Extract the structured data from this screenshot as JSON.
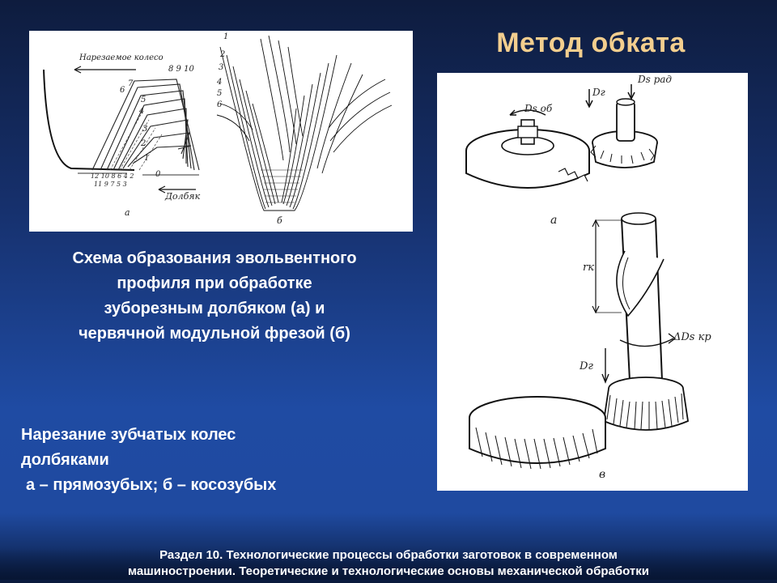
{
  "slide": {
    "title": "Метод обката",
    "caption_left": {
      "line1": "Схема образования эвольвентного",
      "line2": "профиля при обработке",
      "line3": "зуборезным долбяком (а) и",
      "line4": "червячной модульной фрезой (б)"
    },
    "caption_bottom": {
      "line1": "Нарезание зубчатых колес",
      "line2": "долбяками",
      "line3": "а – прямозубых; б – косозубых"
    },
    "footer": {
      "line1": "Раздел 10. Технологические процессы обработки заготовок в современном",
      "line2": "машиностроении. Теоретические и технологические основы механической обработки"
    }
  },
  "figure_left": {
    "label_wheel": "Нарезаемое колесо",
    "label_cutter": "Долбяк",
    "label_a": "а",
    "label_b": "б",
    "nums_top": "8 9 10",
    "nums_left": [
      "7",
      "6",
      "5",
      "4",
      "3",
      "2",
      "1",
      "0"
    ],
    "nums_bottom1": "12 10 8 6 4 2",
    "nums_bottom2": "11 9 7 5 3",
    "nums_right": [
      "1",
      "2",
      "3",
      "4",
      "5",
      "6"
    ]
  },
  "figure_right": {
    "label_ds_rad": "Ds рад",
    "label_ds_ob": "Ds об",
    "label_dr": "Dг",
    "label_a": "а",
    "label_rk": "rк",
    "label_ds_kr": "ΔDs кр",
    "label_dr2": "Dг",
    "label_v": "в"
  }
}
